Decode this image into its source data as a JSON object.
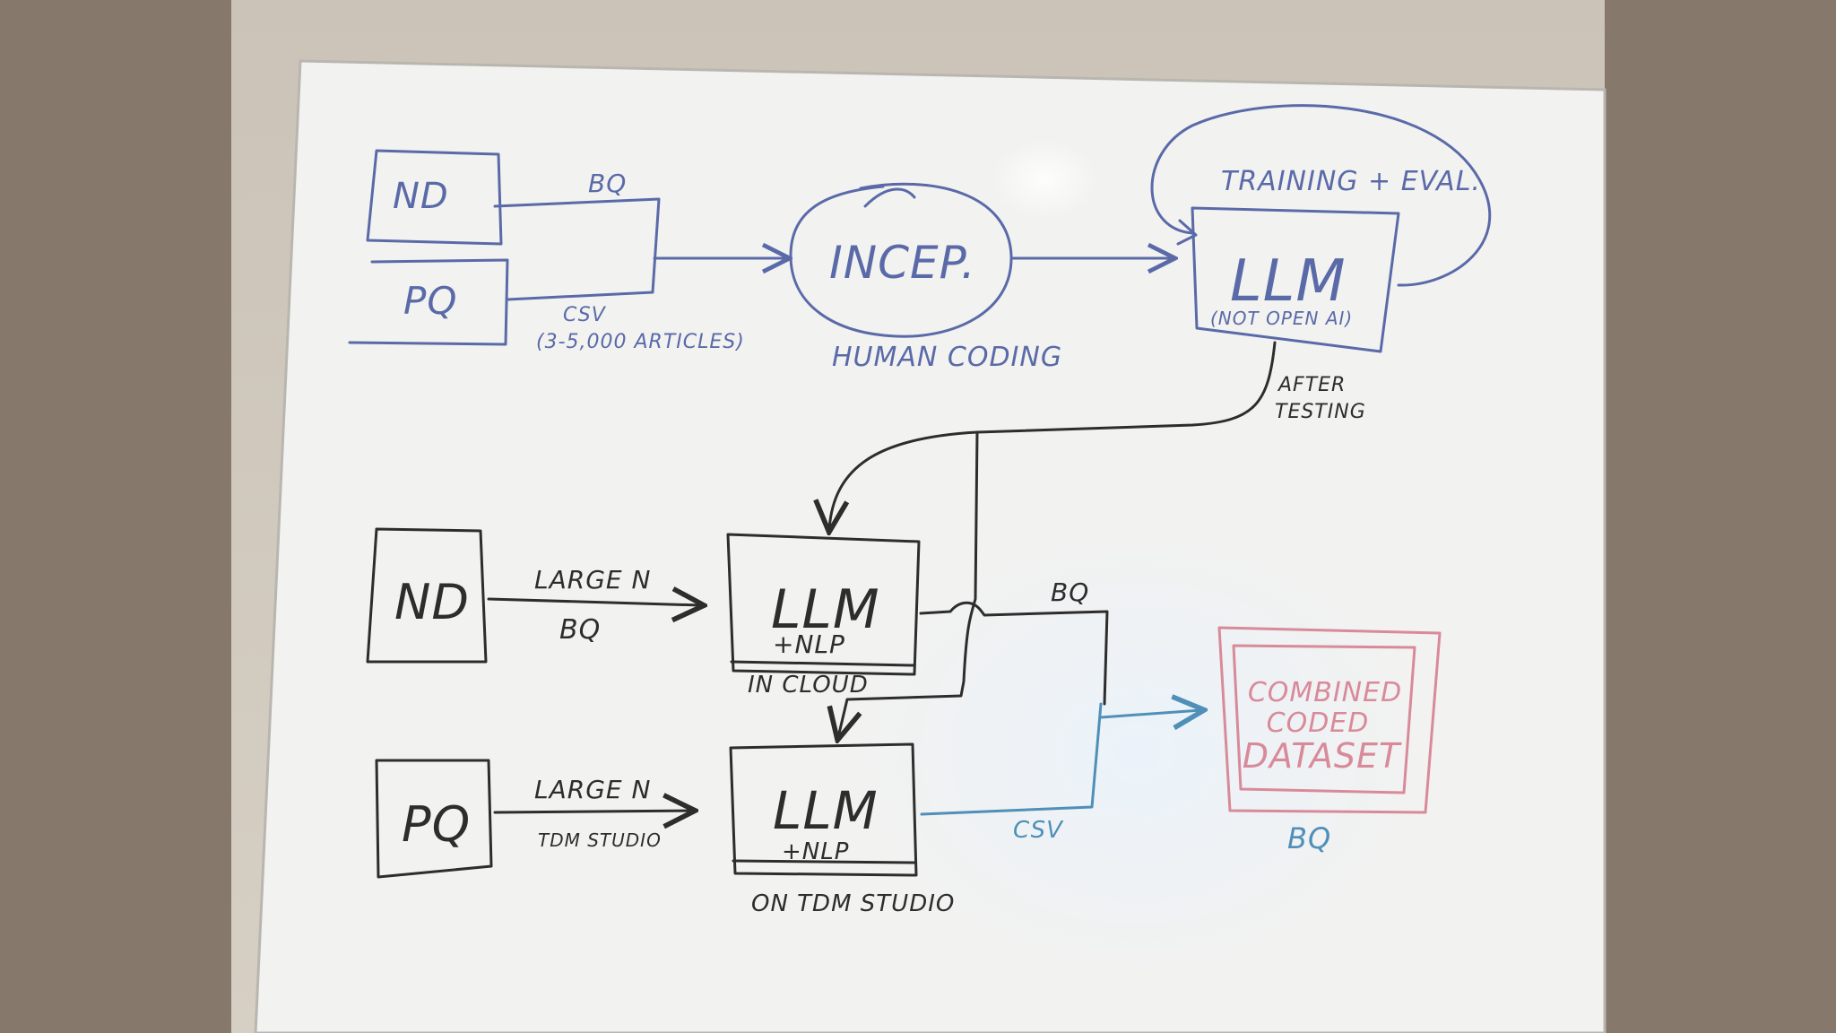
{
  "colors": {
    "frame": "#86786a",
    "wall": "#cfc8bd",
    "board": "#f1f1ef",
    "blue_ink": "#5a6aa8",
    "black_ink": "#2d2d2d",
    "red_ink": "#d98a9a",
    "light_blue_ink": "#4f8fb8"
  },
  "top_row": {
    "source_1": "ND",
    "source_2": "PQ",
    "merge_label": "BQ",
    "csv_label": "CSV",
    "csv_note": "(3-5,000 ARTICLES)",
    "tool_label": "INCEP.",
    "tool_caption": "HUMAN CODING",
    "loop_label": "TRAINING + EVAL.",
    "model_label": "LLM",
    "model_note": "(NOT OPEN AI)",
    "deploy_label_1": "AFTER",
    "deploy_label_2": "TESTING"
  },
  "bottom_rows": {
    "nd": {
      "source": "ND",
      "edge_label_1": "LARGE N",
      "edge_label_2": "BQ",
      "model_label": "LLM",
      "model_sub": "+NLP",
      "caption": "IN CLOUD",
      "output_label": "BQ"
    },
    "pq": {
      "source": "PQ",
      "edge_label_1": "LARGE N",
      "edge_label_2": "TDM STUDIO",
      "model_label": "LLM",
      "model_sub": "+NLP",
      "caption": "ON TDM STUDIO",
      "output_label": "CSV"
    }
  },
  "result": {
    "line_1": "COMBINED",
    "line_2": "CODED",
    "line_3": "DATASET",
    "caption": "BQ"
  }
}
